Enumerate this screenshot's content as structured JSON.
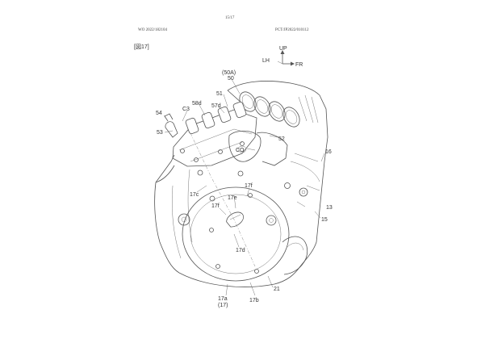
{
  "header": {
    "page_number": "15/17",
    "publication_number": "WO 2022/182104",
    "application_number": "PCT/JP2022/010112"
  },
  "figure": {
    "label": "[図17]",
    "axes": {
      "up": "UP",
      "left": "LH",
      "front": "FR"
    },
    "reference_labels": {
      "r50a": "(50A)",
      "r50": "50",
      "r51": "51",
      "r58d": "58d",
      "r57d": "57d",
      "r54": "54",
      "rc3": "C3",
      "r53": "53",
      "rco": "CO",
      "r52": "52",
      "r16": "16",
      "r13": "13",
      "r15": "15",
      "r17c": "17c",
      "r17f_upper": "17f",
      "r17e": "17e",
      "r17f_lower": "17f",
      "r17d": "17d",
      "r21": "21",
      "r17a": "17a",
      "r17_paren": "(17)",
      "r17b": "17b"
    }
  }
}
